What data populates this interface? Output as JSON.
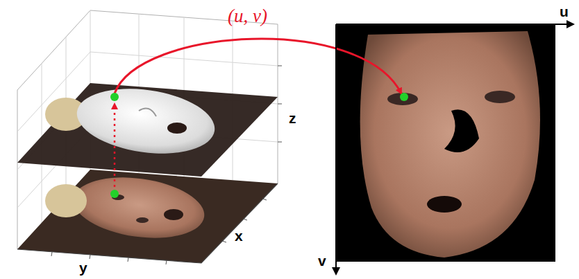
{
  "diagram": {
    "labels": [
      "(u, v)",
      "z",
      "x",
      "y",
      "u",
      "v"
    ]
  }
}
